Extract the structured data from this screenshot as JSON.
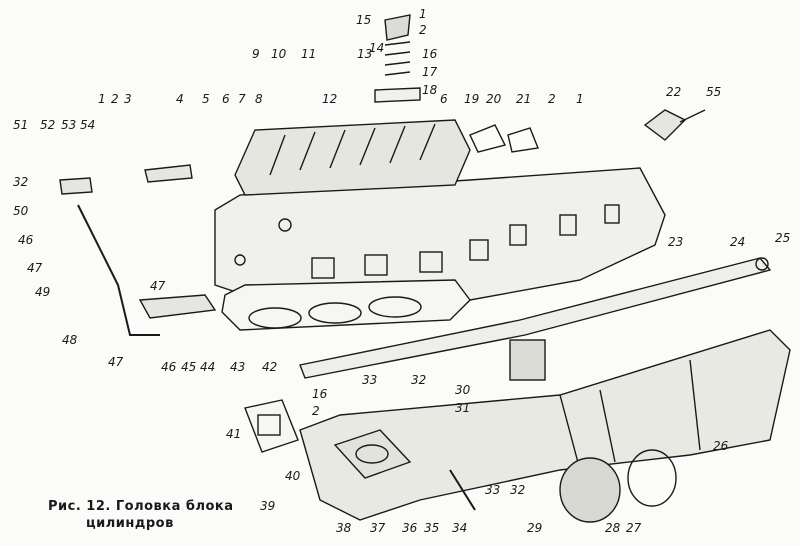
{
  "caption": {
    "line1": "Рис. 12. Головка блока",
    "line2": "цилиндров"
  },
  "callouts": [
    "1",
    "2",
    "15",
    "14",
    "16",
    "17",
    "18",
    "13",
    "12",
    "11",
    "10",
    "9",
    "8",
    "7",
    "6",
    "5",
    "4",
    "3",
    "2",
    "1",
    "54",
    "53",
    "52",
    "51",
    "32",
    "50",
    "46",
    "47",
    "49",
    "6",
    "19",
    "20",
    "21",
    "2",
    "1",
    "22",
    "55",
    "23",
    "24",
    "25",
    "47",
    "48",
    "47",
    "46",
    "45",
    "44",
    "43",
    "42",
    "16",
    "2",
    "41",
    "40",
    "39",
    "38",
    "37",
    "36",
    "35",
    "34",
    "33",
    "32",
    "33",
    "32",
    "30",
    "31",
    "29",
    "28",
    "27",
    "26"
  ]
}
